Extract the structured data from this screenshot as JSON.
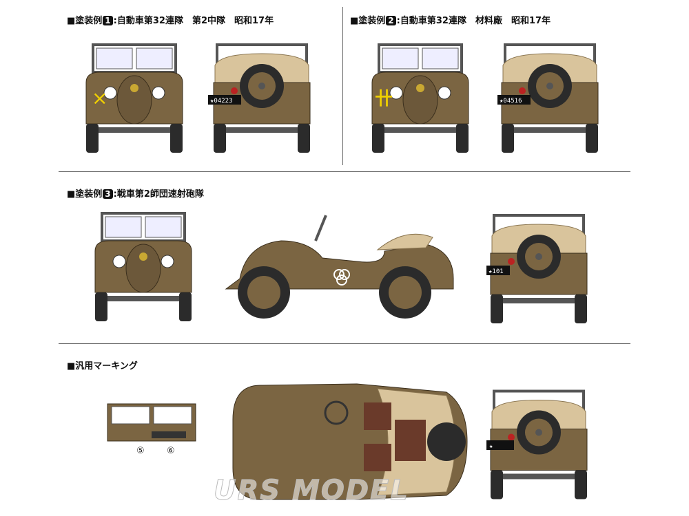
{
  "sections": [
    {
      "prefix": "■塗装例",
      "num": "1",
      "title": ":自動車第32連隊　第2中隊　昭和17年",
      "plate": "★04223",
      "mark": "×"
    },
    {
      "prefix": "■塗装例",
      "num": "2",
      "title": ":自動車第32連隊　材料廠　昭和17年",
      "plate": "★04516",
      "mark": "卄"
    },
    {
      "prefix": "■塗装例",
      "num": "3",
      "title": ":戦車第2師団速射砲隊",
      "plate": "★101"
    },
    {
      "title": "■汎用マーキング",
      "decal5": "⑤",
      "decal6": "⑥",
      "plate": "★"
    }
  ],
  "colors": {
    "body": "#7b6542",
    "canvas": "#d9c49c",
    "tire": "#2b2b2b",
    "mark": "#f0d000"
  },
  "watermark": "URS MODEL"
}
